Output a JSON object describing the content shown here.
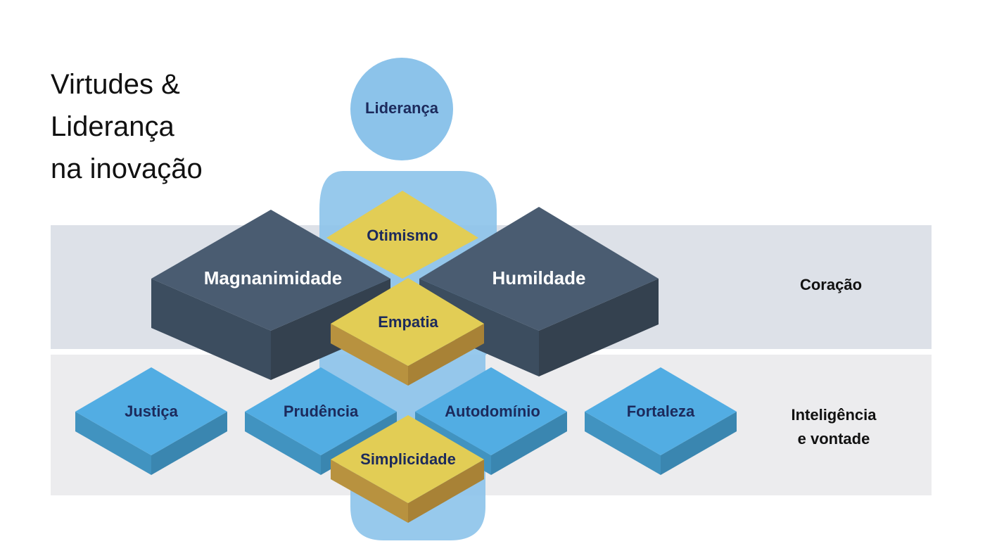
{
  "title": "Virtudes &\nLiderança\nna inovação",
  "figure": {
    "head_label": "Liderança"
  },
  "bands": {
    "heart": "Coração",
    "mind_line1": "Inteligência",
    "mind_line2": "e vontade"
  },
  "tiles": {
    "magnanimidade": "Magnanimidade",
    "humildade": "Humildade",
    "otimismo": "Otimismo",
    "empatia": "Empatia",
    "justica": "Justiça",
    "prudencia": "Prudência",
    "autodominio": "Autodomínio",
    "fortaleza": "Fortaleza",
    "simplicidade": "Simplicidade"
  },
  "colors": {
    "band_heart": "#dde1e8",
    "band_mind": "#ececee",
    "figure": "#8cc3ea",
    "dark_top": "#4a5c71",
    "dark_side": "#3c4d5f",
    "yellow_top": "#e2cd55",
    "yellow_side": "#b8923f",
    "blue_top": "#52ade3",
    "blue_side": "#4193c0",
    "text_dark": "#1c2a5c",
    "text_white": "#ffffff",
    "text_band": "#111111"
  }
}
